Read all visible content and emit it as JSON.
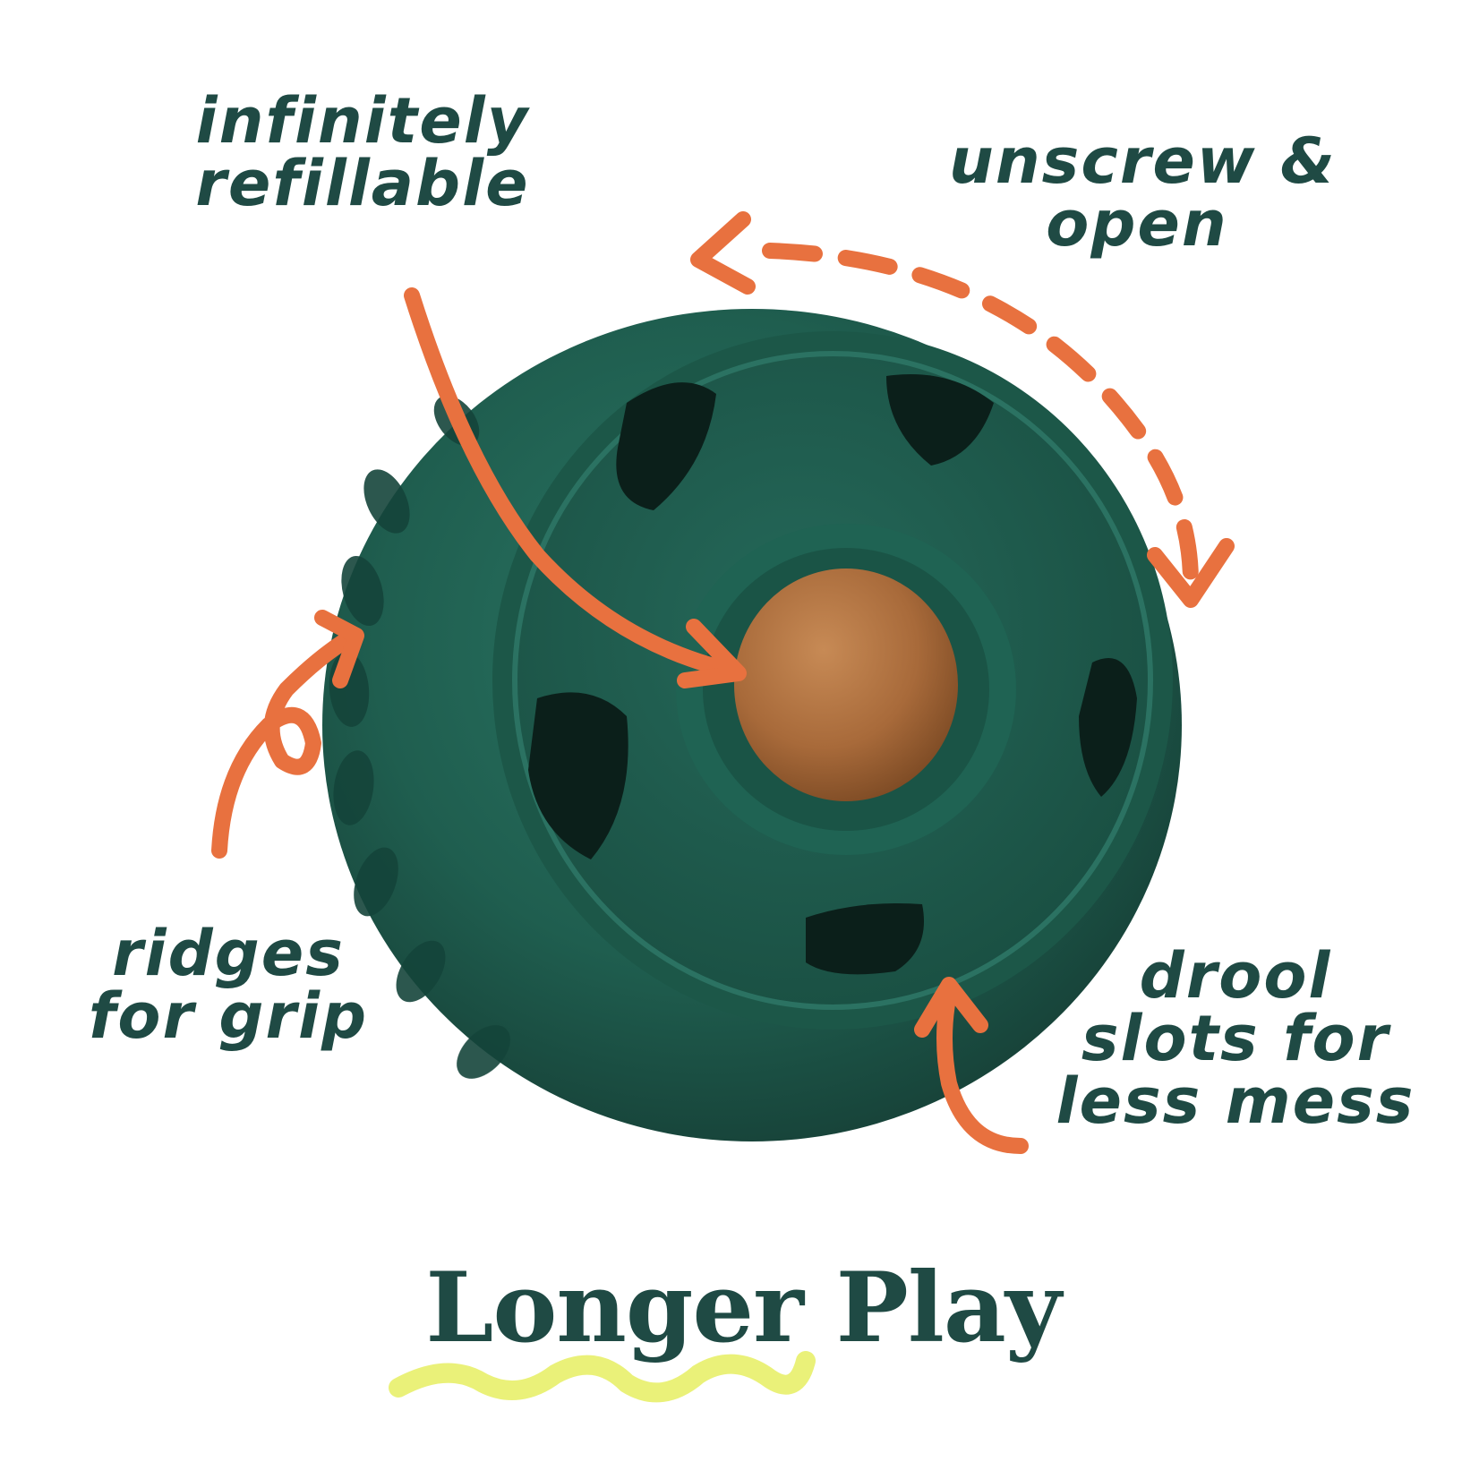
{
  "callouts": {
    "refillable": {
      "line1": "infinitely",
      "line2": "refillable"
    },
    "unscrew": {
      "line1": "unscrew &",
      "line2": "open"
    },
    "ridges": {
      "line1": "ridges",
      "line2": "for grip"
    },
    "drool": {
      "line1": "drool",
      "line2": "slots for",
      "line3": "less mess"
    }
  },
  "title": "Longer Play",
  "colors": {
    "ball_green": "#1f5e4f",
    "ball_dark": "#163f36",
    "treat_brown": "#a86a3a",
    "arrow_orange": "#e8713f",
    "text_dark_green": "#1f4a44",
    "underline_yellow": "#e8ef6a"
  }
}
